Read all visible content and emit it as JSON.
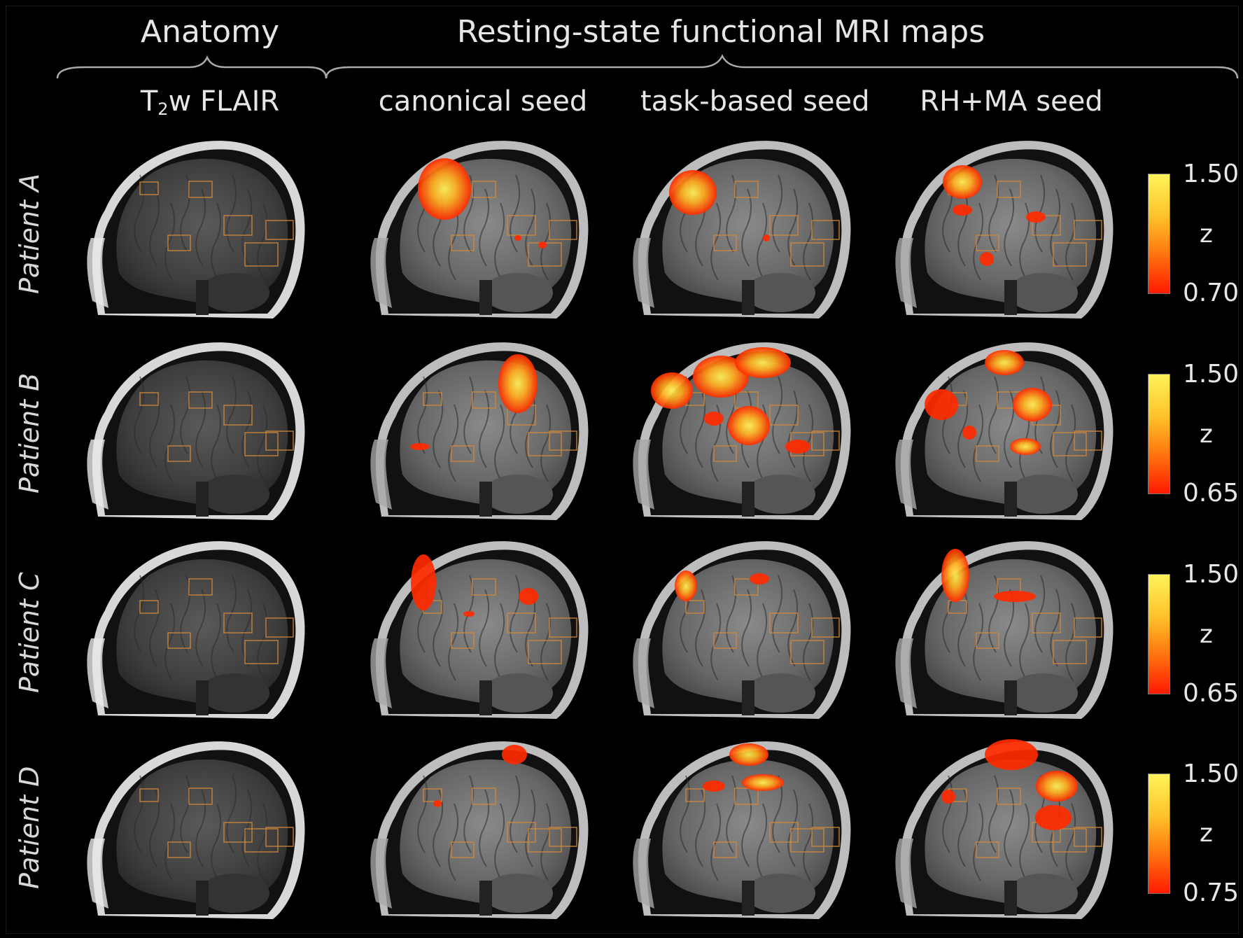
{
  "header": {
    "anatomy": "Anatomy",
    "rsfmri": "Resting-state functional MRI maps"
  },
  "columns": {
    "t2w_main": "T",
    "t2w_sub": "2",
    "t2w_rest": "w FLAIR",
    "canonical": "canonical seed",
    "task": "task-based seed",
    "rhma": "RH+MA seed"
  },
  "rows": [
    {
      "label": "Patient A",
      "cbar_max": "1.50",
      "cbar_mid": "z",
      "cbar_min": "0.70"
    },
    {
      "label": "Patient B",
      "cbar_max": "1.50",
      "cbar_mid": "z",
      "cbar_min": "0.65"
    },
    {
      "label": "Patient C",
      "cbar_max": "1.50",
      "cbar_mid": "z",
      "cbar_min": "0.65"
    },
    {
      "label": "Patient D",
      "cbar_max": "1.50",
      "cbar_mid": "z",
      "cbar_min": "0.75"
    }
  ],
  "colors": {
    "background": "#000000",
    "outline": "#d08a3a",
    "activation_low": "#ff1a00",
    "activation_high": "#fff35a"
  }
}
